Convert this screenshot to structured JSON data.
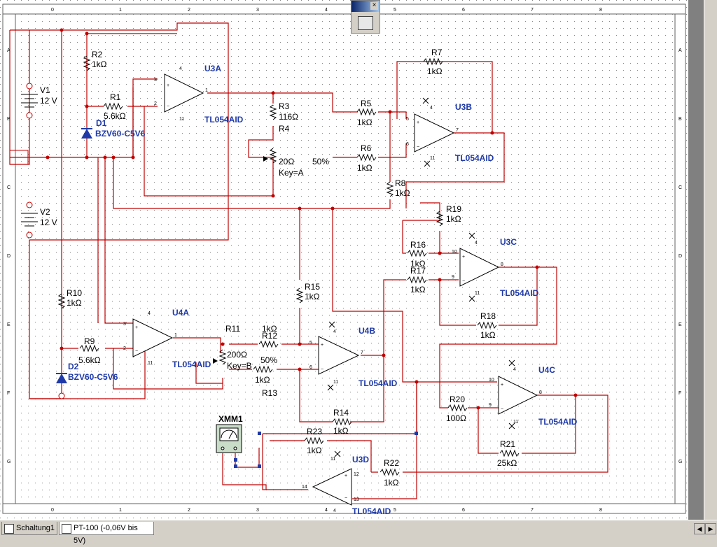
{
  "toolbar": {
    "close_glyph": "×"
  },
  "tabs": [
    {
      "label": "Schaltung1",
      "active": false
    },
    {
      "label": "PT-100 (-0,06V bis 5V)",
      "active": true
    }
  ],
  "border": {
    "columns": [
      "0",
      "1",
      "2",
      "3",
      "4",
      "5",
      "6",
      "7",
      "8"
    ],
    "rows": [
      "A",
      "B",
      "C",
      "D",
      "E",
      "F",
      "G"
    ]
  },
  "components": {
    "V1": {
      "ref": "V1",
      "value": "12 V"
    },
    "V2": {
      "ref": "V2",
      "value": "12 V"
    },
    "R1": {
      "ref": "R1",
      "value": "5.6kΩ"
    },
    "R2": {
      "ref": "R2",
      "value": "1kΩ"
    },
    "R3": {
      "ref": "R3",
      "value": "116Ω"
    },
    "R4": {
      "ref": "R4",
      "value": "20Ω",
      "pct": "50%",
      "key": "Key=A"
    },
    "R5": {
      "ref": "R5",
      "value": "1kΩ"
    },
    "R6": {
      "ref": "R6",
      "value": "1kΩ"
    },
    "R7": {
      "ref": "R7",
      "value": "1kΩ"
    },
    "R8": {
      "ref": "R8",
      "value": "1kΩ"
    },
    "R9": {
      "ref": "R9",
      "value": "5.6kΩ"
    },
    "R10": {
      "ref": "R10",
      "value": "1kΩ"
    },
    "R11": {
      "ref": "R11",
      "value": "200Ω",
      "pct": "50%",
      "key": "Key=B"
    },
    "R12": {
      "ref": "R12",
      "value": "1kΩ"
    },
    "R13": {
      "ref": "R13",
      "value": "1kΩ"
    },
    "R14": {
      "ref": "R14",
      "value": "1kΩ"
    },
    "R15": {
      "ref": "R15",
      "value": "1kΩ"
    },
    "R16": {
      "ref": "R16",
      "value": "1kΩ"
    },
    "R17": {
      "ref": "R17",
      "value": "1kΩ"
    },
    "R18": {
      "ref": "R18",
      "value": "1kΩ"
    },
    "R19": {
      "ref": "R19",
      "value": "1kΩ"
    },
    "R20": {
      "ref": "R20",
      "value": "100Ω"
    },
    "R21": {
      "ref": "R21",
      "value": "25kΩ"
    },
    "R22": {
      "ref": "R22",
      "value": "1kΩ"
    },
    "R23": {
      "ref": "R23",
      "value": "1kΩ"
    },
    "D1": {
      "ref": "D1",
      "value": "BZV60-C5V6"
    },
    "D2": {
      "ref": "D2",
      "value": "BZV60-C5V6"
    },
    "U3A": {
      "ref": "U3A",
      "part": "TL054AID"
    },
    "U3B": {
      "ref": "U3B",
      "part": "TL054AID"
    },
    "U3C": {
      "ref": "U3C",
      "part": "TL054AID"
    },
    "U3D": {
      "ref": "U3D",
      "part": "TL054AID"
    },
    "U4A": {
      "ref": "U4A",
      "part": "TL054AID"
    },
    "U4B": {
      "ref": "U4B",
      "part": "TL054AID"
    },
    "U4C": {
      "ref": "U4C",
      "part": "TL054AID"
    },
    "XMM1": {
      "ref": "XMM1"
    }
  },
  "colors": {
    "wire": "#c00000",
    "part_label": "#1f3aa8",
    "background": "#ffffff"
  }
}
